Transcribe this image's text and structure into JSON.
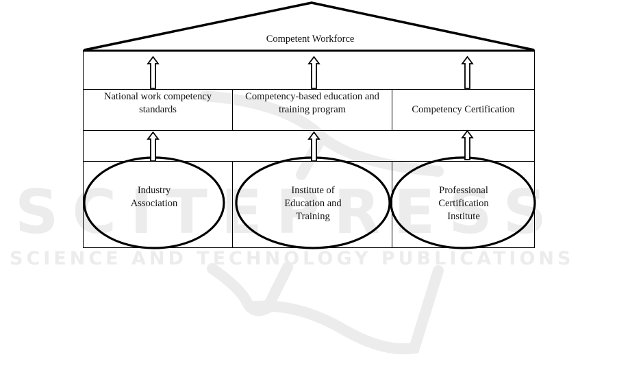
{
  "diagram": {
    "title": "Competent Workforce",
    "pillars": [
      {
        "output_label": "National work competency standards",
        "output_lines": [
          "National work competency",
          "standards"
        ],
        "source_label": "Industry Association",
        "source_lines": [
          "Industry",
          "Association"
        ]
      },
      {
        "output_label": "Competency-based education and training program",
        "output_lines": [
          "Competency-based education and",
          "training program"
        ],
        "source_label": "Institute of Education and Training",
        "source_lines": [
          "Institute of",
          "Education and",
          "Training"
        ]
      },
      {
        "output_label": "Competency Certification",
        "output_lines": [
          "Competency Certification"
        ],
        "source_label": "Professional Certification Institute",
        "source_lines": [
          "Professional",
          "Certification",
          "Institute"
        ]
      }
    ],
    "arrow_icon": "hollow-up-arrow",
    "colors": {
      "line": "#000000",
      "text": "#111111",
      "watermark": "#ececec",
      "background": "#ffffff"
    }
  },
  "watermark": {
    "big_text": "SCITEPRESS",
    "sub_text": "SCIENCE AND TECHNOLOGY PUBLICATIONS"
  }
}
